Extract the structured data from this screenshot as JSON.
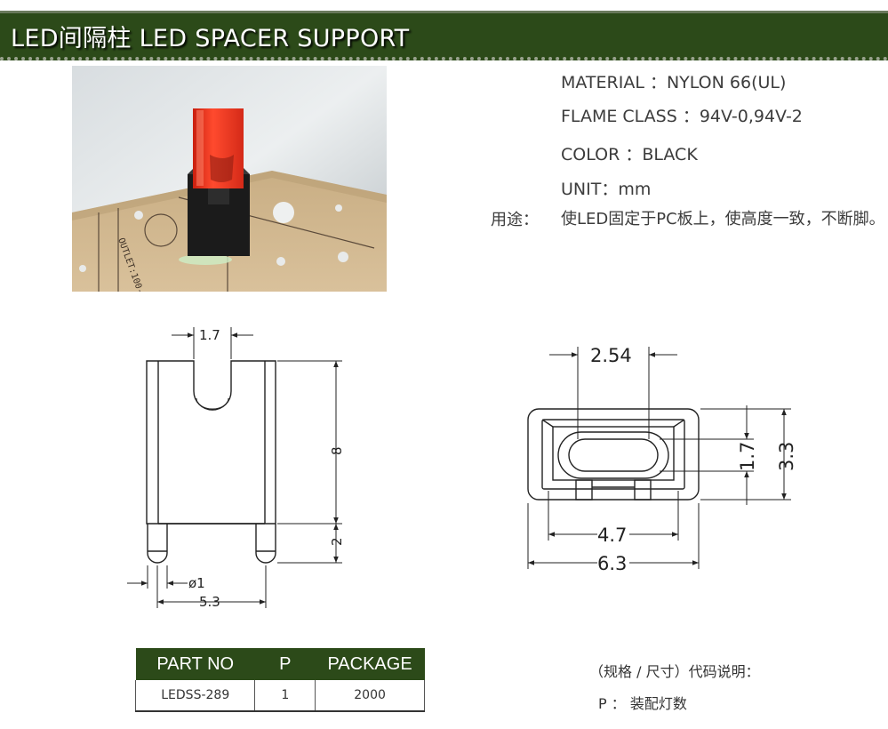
{
  "header": {
    "title": "LED间隔柱 LED SPACER SUPPORT"
  },
  "photo": {
    "board_text": "OUTLET:100-"
  },
  "specs": {
    "material": "MATERIAL ：NYLON 66(UL)",
    "flame": "FLAME CLASS ：94V-0,94V-2",
    "color": "COLOR ：BLACK",
    "unit": "UNIT：mm",
    "usage_label": "用途：",
    "usage_text": "使LED固定于PC板上，使高度一致，不断脚。"
  },
  "drawing": {
    "side": {
      "top_width": "1.7",
      "height": "8",
      "pin_height": "2",
      "pin_dia": "ø1",
      "pin_span": "5.3"
    },
    "top": {
      "hole_pitch": "2.54",
      "inner_width": "4.7",
      "outer_width": "6.3",
      "inner_height": "1.7",
      "outer_height": "3.3"
    }
  },
  "table": {
    "headers": [
      "PART NO",
      "P",
      "PACKAGE"
    ],
    "row": [
      "LEDSS-289",
      "1",
      "2000"
    ]
  },
  "notes": {
    "line1": "（规格 / 尺寸）代码说明：",
    "line2": "P ： 装配灯数"
  },
  "colors": {
    "banner": "#2c4a19",
    "table_header": "#2c4a19",
    "led_red": "#e8321f",
    "board": "#d2b890"
  }
}
